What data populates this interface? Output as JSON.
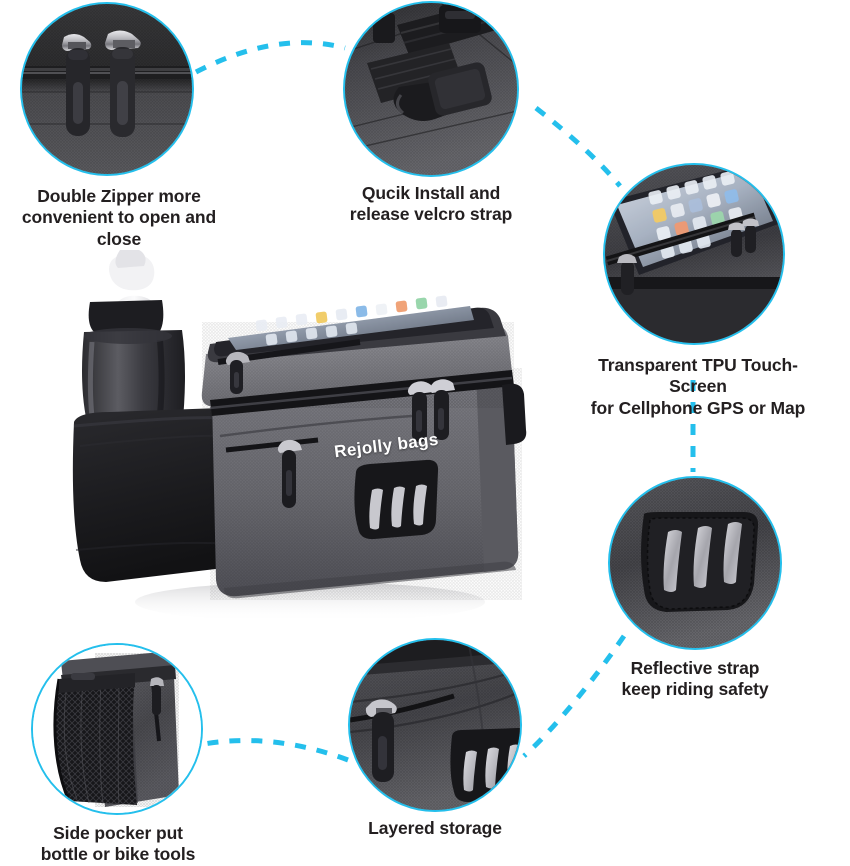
{
  "product": {
    "brand_label": "Rejolly bags",
    "alt": "grey bicycle handlebar bag with water bottle and phone touch-screen pocket"
  },
  "accent_color": "#24bfec",
  "text_color": "#231f20",
  "callouts": [
    {
      "id": "double-zipper",
      "caption": "Double Zipper more\nconvenient to open and close",
      "feature": "double-zipper-pulls"
    },
    {
      "id": "velcro-strap",
      "caption": "Qucik Install and\nrelease velcro strap",
      "feature": "velcro-buckle-strap"
    },
    {
      "id": "tpu-touchscreen",
      "caption": "Transparent TPU Touch-Screen\nfor Cellphone GPS or Map",
      "feature": "tpu-phone-window"
    },
    {
      "id": "reflective-strap",
      "caption": "Reflective strap\nkeep riding safety",
      "feature": "reflective-patch"
    },
    {
      "id": "layered-storage",
      "caption": "Layered storage",
      "feature": "front-pocket-zipper"
    },
    {
      "id": "side-pocket",
      "caption": "Side pocker put\nbottle or bike tools",
      "feature": "mesh-side-pocket"
    }
  ]
}
